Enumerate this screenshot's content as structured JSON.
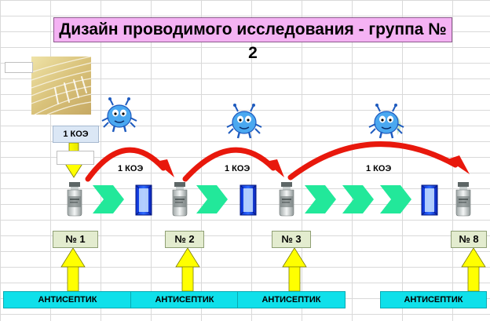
{
  "title": "Дизайн проводимого исследования - группа № 2",
  "initial_dose": "1 КОЭ",
  "transfers": [
    {
      "label": "1 КОЭ"
    },
    {
      "label": "1 КОЭ"
    },
    {
      "label": "1 КОЭ"
    }
  ],
  "vials": [
    {
      "label": "№ 1"
    },
    {
      "label": "№ 2"
    },
    {
      "label": "№ 3"
    },
    {
      "label": "№ 8"
    }
  ],
  "antiseptic_label": "АНТИСЕПТИК",
  "antiseptic_boxes": [
    "АНТИСЕПТИК",
    "АНТИСЕПТИК",
    "АНТИСЕПТИК",
    "АНТИСЕПТИК"
  ],
  "colors": {
    "title_bg": "#f4b2f3",
    "arc": "#e8180c",
    "chevron": "#22e89a",
    "arrow": "#ffff00",
    "antiseptic_bg": "#0fe0ea",
    "number_bg": "#e3eccf",
    "koe_bg": "#dbe7f5"
  },
  "icons": [
    "bacteria-icon",
    "vial-icon",
    "cuvette-icon",
    "fiber-sample-icon"
  ]
}
